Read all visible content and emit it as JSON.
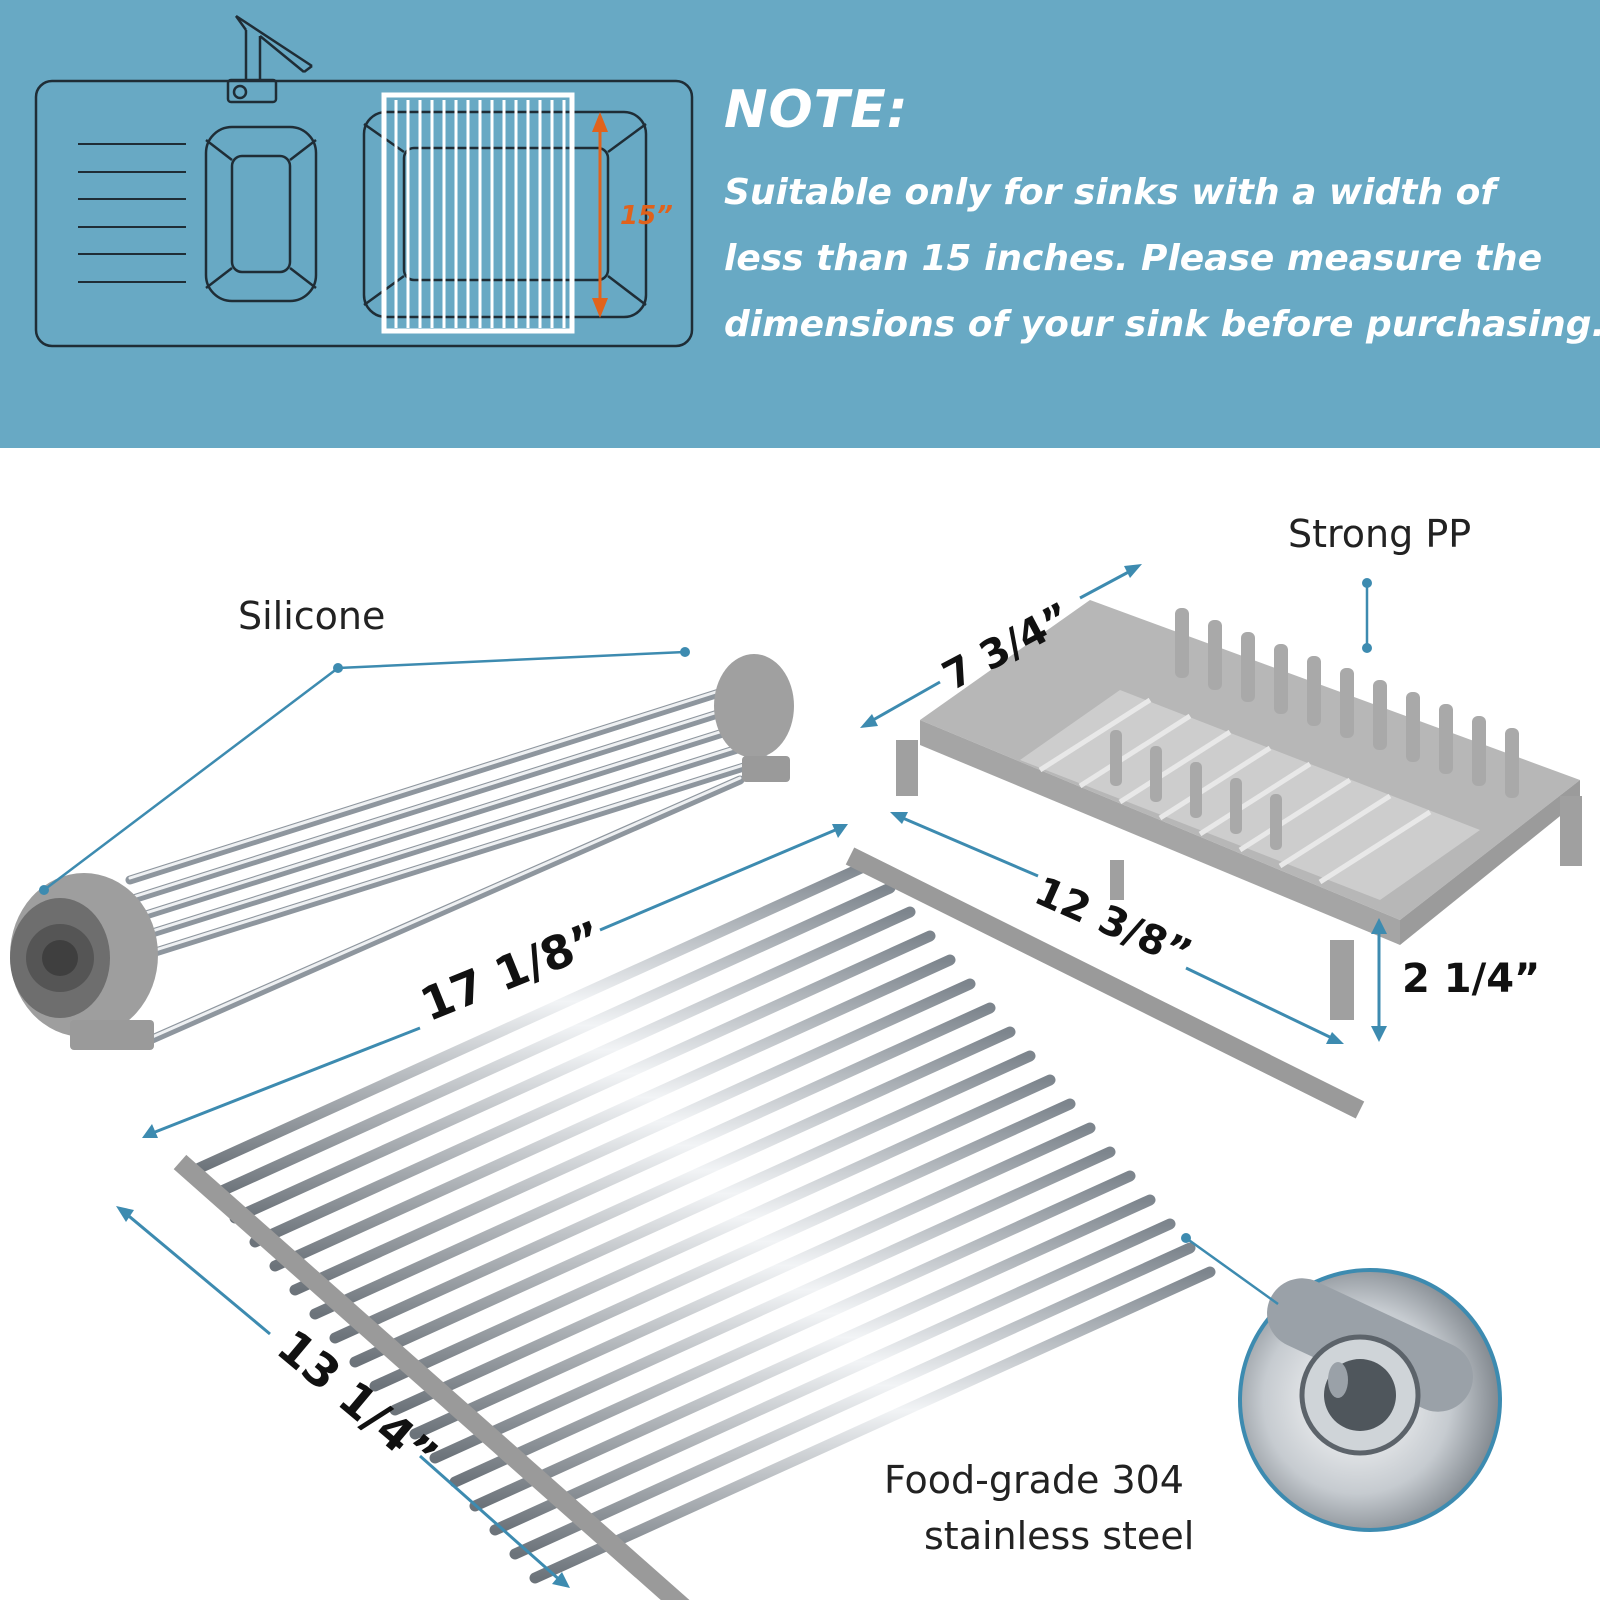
{
  "note": {
    "title": "NOTE:",
    "lines": [
      "Suitable only for sinks with a width of",
      "less than 15 inches. Please measure the",
      "dimensions of your sink before purchasing."
    ],
    "sink_width_label": "15”"
  },
  "labels": {
    "silicone": "Silicone",
    "strong_pp": "Strong PP",
    "steel_line1": "Food-grade 304",
    "steel_line2": "stainless steel"
  },
  "dimensions": {
    "rack_depth": "7 3/4”",
    "rack_length": "12 3/8”",
    "rack_height": "2 1/4”",
    "mat_length": "17 1/8”",
    "mat_width": "13 1/4”"
  },
  "colors": {
    "banner": "#68a9c4",
    "accent_line": "#3d8bb0",
    "orange_arrow": "#e0621c",
    "silicone_gray": "#9c9c9c",
    "steel": "#c8cdd2"
  },
  "icons": [
    "faucet-icon",
    "sink-icon",
    "roll-mat-icon",
    "dish-rack-icon",
    "steel-tube-closeup-icon"
  ]
}
